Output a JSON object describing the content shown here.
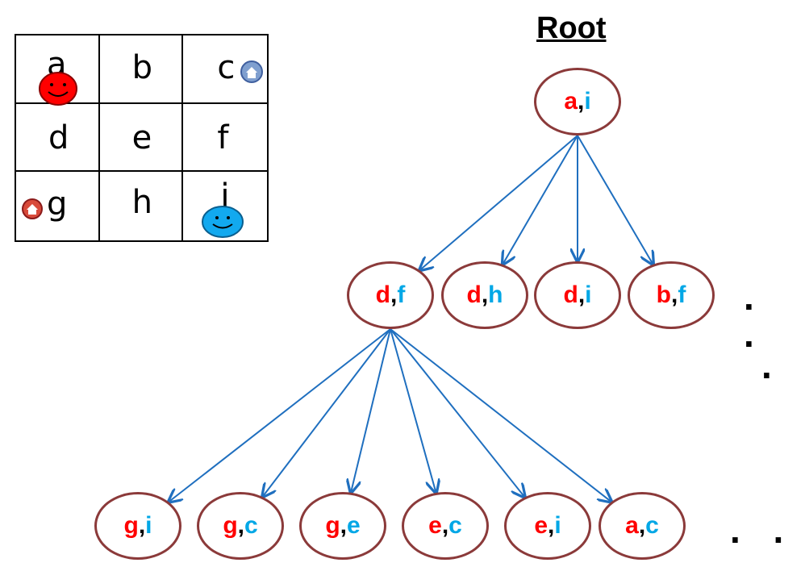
{
  "title": "Root",
  "grid": {
    "cells": [
      "a",
      "b",
      "c",
      "d",
      "e",
      "f",
      "g",
      "h",
      "i"
    ],
    "player1_color": "#ff0000",
    "player2_color": "#00a7e6",
    "player1_cell": "a",
    "player2_cell": "i",
    "goal_cells": [
      "c",
      "g"
    ]
  },
  "tree": {
    "root": {
      "p1": "a",
      "p2": "i"
    },
    "level1": [
      {
        "p1": "d",
        "p2": "f"
      },
      {
        "p1": "d",
        "p2": "h"
      },
      {
        "p1": "d",
        "p2": "i"
      },
      {
        "p1": "b",
        "p2": "f"
      }
    ],
    "level2": [
      {
        "p1": "g",
        "p2": "i"
      },
      {
        "p1": "g",
        "p2": "c"
      },
      {
        "p1": "g",
        "p2": "e"
      },
      {
        "p1": "e",
        "p2": "c"
      },
      {
        "p1": "e",
        "p2": "i"
      },
      {
        "p1": "a",
        "p2": "c"
      }
    ],
    "edge_color": "#1f6fbf",
    "node_border_color": "#8b3a3a"
  },
  "ellipsis": {
    "level1_right": ". .",
    "level1_below": ".",
    "level2_right": ". ."
  }
}
